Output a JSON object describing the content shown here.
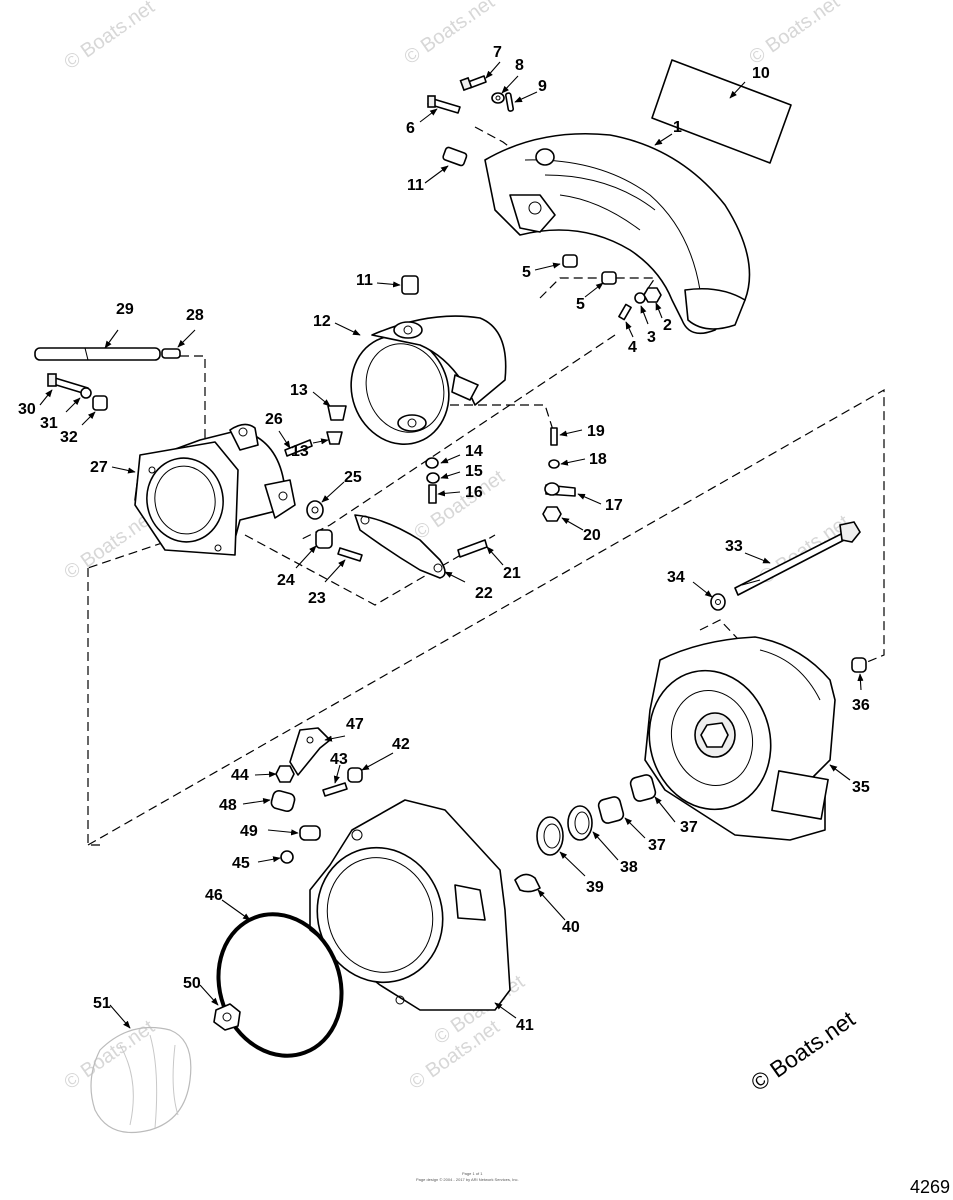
{
  "diagram": {
    "callouts": [
      "1",
      "2",
      "3",
      "4",
      "5",
      "5",
      "6",
      "7",
      "8",
      "9",
      "10",
      "11",
      "11",
      "12",
      "13",
      "13",
      "14",
      "15",
      "16",
      "17",
      "18",
      "19",
      "20",
      "21",
      "22",
      "23",
      "24",
      "25",
      "26",
      "27",
      "28",
      "29",
      "30",
      "31",
      "32",
      "33",
      "34",
      "35",
      "36",
      "37",
      "37",
      "38",
      "39",
      "40",
      "41",
      "42",
      "43",
      "44",
      "45",
      "46",
      "47",
      "48",
      "49",
      "50",
      "51"
    ],
    "watermark_text": "© Boats.net",
    "copyright_text": "© Boats.net",
    "diagram_number": "4269",
    "footer_lines": [
      "Page 1 of 1",
      "Page design © 2004 - 2017 by ARI Network Services, Inc."
    ]
  }
}
